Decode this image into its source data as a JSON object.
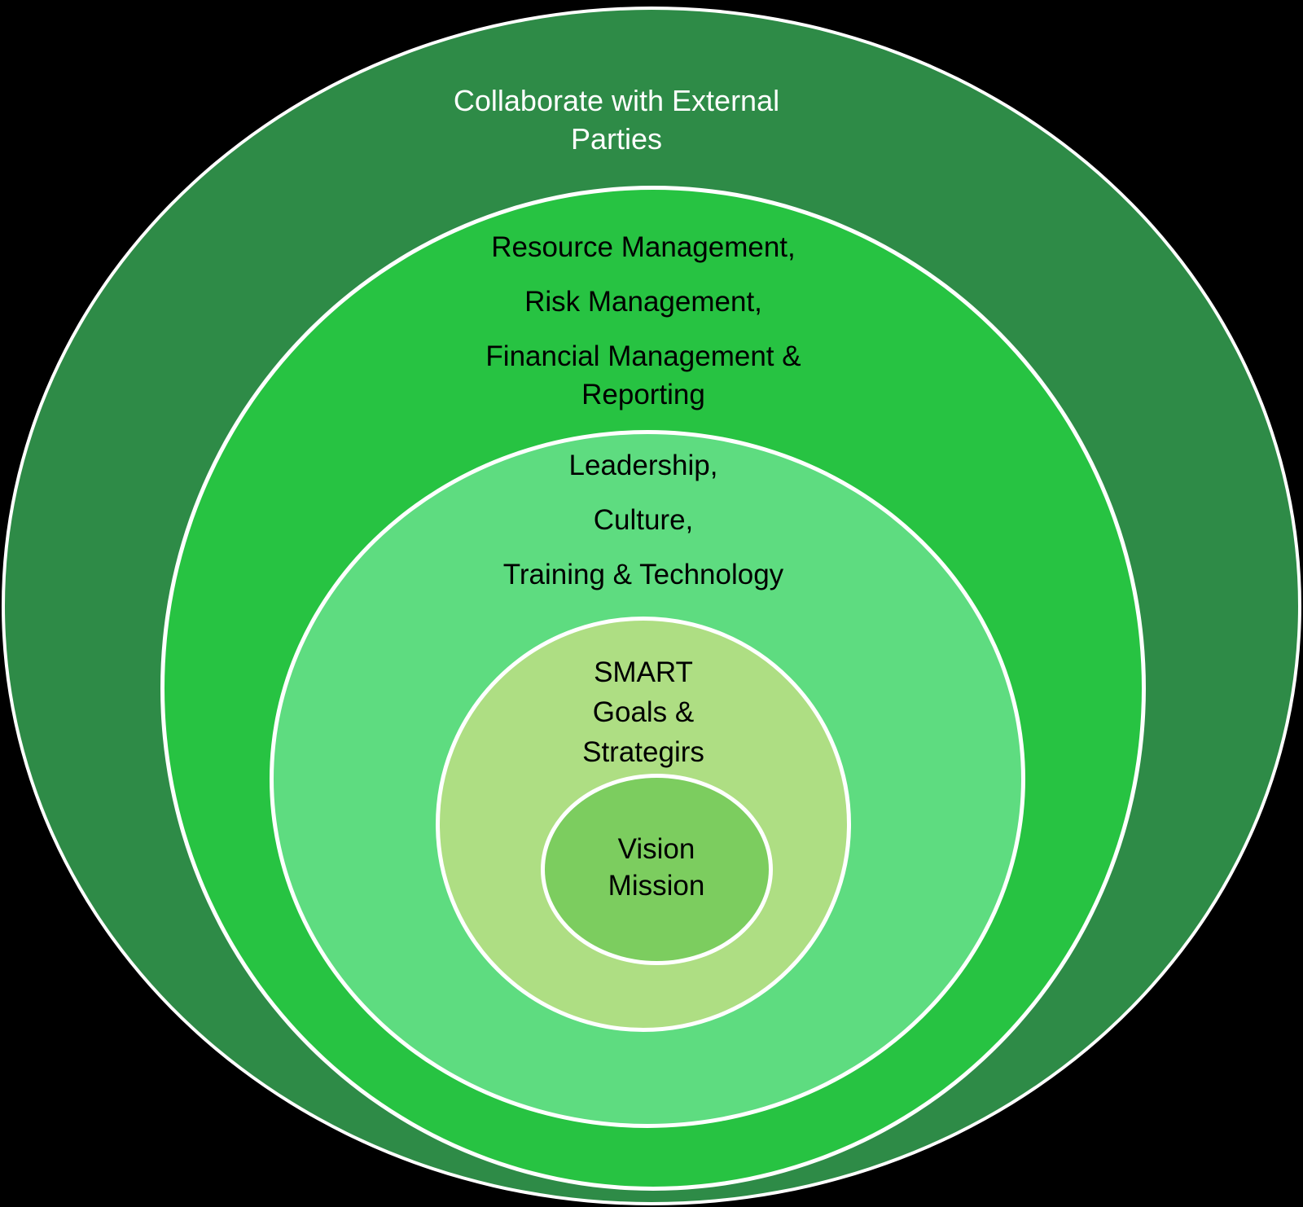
{
  "diagram": {
    "type": "nested-circles",
    "background_color": "#000000",
    "outline_color": "#ffffff",
    "levels": [
      {
        "id": "collaborate-external-parties",
        "fill": "#2e8b47",
        "text_color": "#ffffff",
        "lines": [
          "Collaborate with External\nParties"
        ]
      },
      {
        "id": "management",
        "fill": "#27c342",
        "text_color": "#000000",
        "lines": [
          "Resource Management,",
          "Risk Management,",
          "Financial Management &\nReporting"
        ]
      },
      {
        "id": "leadership-culture",
        "fill": "#5edc80",
        "text_color": "#000000",
        "lines": [
          "Leadership,",
          "Culture,",
          "Training & Technology"
        ]
      },
      {
        "id": "smart-goals",
        "fill": "#aede83",
        "text_color": "#000000",
        "lines": [
          "SMART\nGoals &\nStrategirs"
        ]
      },
      {
        "id": "vision-mission",
        "fill": "#7ccd5f",
        "text_color": "#000000",
        "lines": [
          "Vision\nMission"
        ]
      }
    ]
  }
}
